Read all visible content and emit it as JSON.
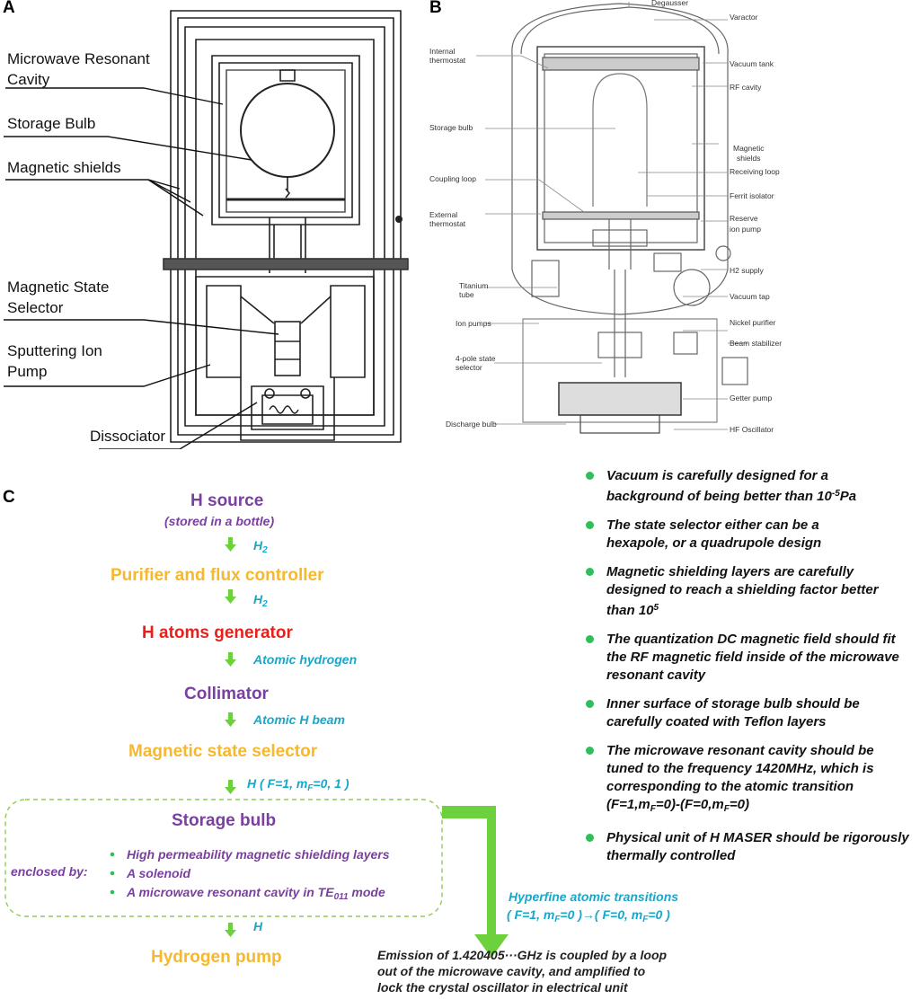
{
  "panel_a": {
    "letter": "A",
    "labels": {
      "cavity_line1": "Microwave Resonant",
      "cavity_line2": "Cavity",
      "bulb": "Storage Bulb",
      "shields": "Magnetic shields",
      "selector_line1": "Magnetic State",
      "selector_line2": "Selector",
      "pump_line1": "Sputtering Ion",
      "pump_line2": "Pump",
      "dissociator": "Dissociator"
    }
  },
  "panel_b": {
    "letter": "B",
    "labels": {
      "degausser": "Degausser",
      "varactor": "Varactor",
      "internal_thermostat_1": "Internal",
      "internal_thermostat_2": "thermostat",
      "vacuum_tank": "Vacuum tank",
      "rf_cavity": "RF cavity",
      "storage_bulb": "Storage bulb",
      "magnetic_shields_1": "Magnetic",
      "magnetic_shields_2": "shields",
      "receiving_loop": "Receiving loop",
      "coupling_loop": "Coupling loop",
      "ferrit_isolator": "Ferrit isolator",
      "external_thermostat_1": "External",
      "external_thermostat_2": "thermostat",
      "reserve_ion_pump_1": "Reserve",
      "reserve_ion_pump_2": "ion pump",
      "h2_supply": "H2 supply",
      "titanium_tube_1": "Titanium",
      "titanium_tube_2": "tube",
      "vacuum_tap": "Vacuum tap",
      "ion_pumps": "Ion pumps",
      "nickel_purifier": "Nickel purifier",
      "beam_stabilizer": "Beam stabilizer",
      "state_selector_1": "4-pole state",
      "state_selector_2": "selector",
      "getter_pump": "Getter pump",
      "discharge_bulb": "Discharge bulb",
      "hf_oscillator": "HF Oscillator"
    }
  },
  "panel_c": {
    "letter": "C",
    "colors": {
      "purple": "#7b3fa0",
      "orange": "#f5b82e",
      "red": "#e8201c",
      "cyan": "#19a7c9",
      "green": "#6cd13c",
      "bullet_green": "#2fbf5a"
    },
    "flow": {
      "h_source": "H source",
      "h_source_sub": "(stored in a bottle)",
      "h2_a": "H",
      "h2_a_sub": "2",
      "purifier": "Purifier and flux controller",
      "h2_b": "H",
      "h2_b_sub": "2",
      "generator": "H atoms generator",
      "atomic_hydrogen": "Atomic hydrogen",
      "collimator": "Collimator",
      "atomic_beam": "Atomic H beam",
      "selector": "Magnetic state selector",
      "state_pre": "H ( F=1, m",
      "state_sub": "F",
      "state_post": "=0, 1 )",
      "storage_bulb": "Storage bulb",
      "enclosed_by": "enclosed by:",
      "enclosure_1": "High permeability magnetic shielding layers",
      "enclosure_2": "A solenoid",
      "enclosure_3_pre": "A microwave resonant cavity in TE",
      "enclosure_3_sub": "011",
      "enclosure_3_post": " mode",
      "h_out": "H",
      "hydrogen_pump": "Hydrogen pump",
      "transition_title": "Hyperfine atomic transitions",
      "transition_a": "( F=1, m",
      "transition_a_sub": "F",
      "transition_b": "=0 )→( F=0, m",
      "transition_b_sub": "F",
      "transition_c": "=0 )",
      "emission_1": "Emission of 1.420405···GHz is coupled by a loop",
      "emission_2": "out of the microwave cavity, and amplified to",
      "emission_3": "lock the crystal oscillator in electrical unit"
    },
    "bullets": [
      {
        "l1": "Vacuum is carefully designed for a",
        "l2_pre": "background of being better than 10",
        "l2_sup": "-5",
        "l2_post": "Pa"
      },
      {
        "l1": "The state selector either can be a",
        "l2": "hexapole, or a quadrupole design"
      },
      {
        "l1": "Magnetic shielding layers are carefully",
        "l2": "designed to reach a shielding factor better",
        "l3_pre": "than 10",
        "l3_sup": "5"
      },
      {
        "l1": "The quantization DC magnetic field should fit",
        "l2": "the RF magnetic field inside of the microwave",
        "l3": "resonant cavity"
      },
      {
        "l1": "Inner surface of storage bulb should be",
        "l2": "carefully coated with Teflon layers"
      },
      {
        "l1": "The microwave resonant cavity should be",
        "l2": "tuned to the frequency 1420MHz, which is",
        "l3": "corresponding to the atomic transition",
        "l4_a": "(F=1,m",
        "l4_s1": "F",
        "l4_b": "=0)-(F=0,m",
        "l4_s2": "F",
        "l4_c": "=0)"
      },
      {
        "l1": "Physical unit of H MASER should be rigorously",
        "l2": "thermally controlled"
      }
    ]
  }
}
